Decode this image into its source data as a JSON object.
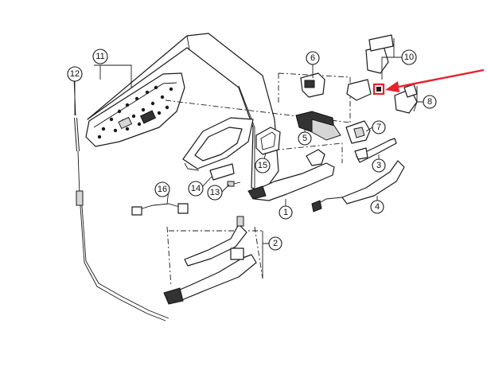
{
  "diagram": {
    "callouts": [
      {
        "id": "c1",
        "label": "1"
      },
      {
        "id": "c2",
        "label": "2"
      },
      {
        "id": "c3",
        "label": "3"
      },
      {
        "id": "c4",
        "label": "4"
      },
      {
        "id": "c5",
        "label": "5"
      },
      {
        "id": "c6",
        "label": "6"
      },
      {
        "id": "c7",
        "label": "7"
      },
      {
        "id": "c8",
        "label": "8"
      },
      {
        "id": "c10",
        "label": "10"
      },
      {
        "id": "c11",
        "label": "11"
      },
      {
        "id": "c12",
        "label": "12"
      },
      {
        "id": "c13",
        "label": "13"
      },
      {
        "id": "c14",
        "label": "14"
      },
      {
        "id": "c15",
        "label": "15"
      },
      {
        "id": "c16",
        "label": "16"
      }
    ],
    "colors": {
      "highlight": "#e8212b",
      "line": "#1a1a1a",
      "background": "#ffffff"
    }
  }
}
